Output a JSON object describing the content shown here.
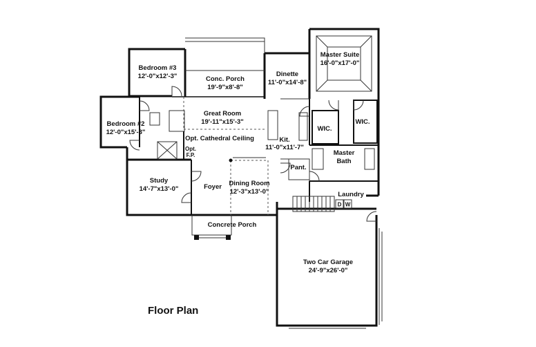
{
  "title": "Floor Plan",
  "rooms": {
    "master_suite": {
      "name": "Master Suite",
      "dim": "16'-0\"x17'-0\""
    },
    "dinette": {
      "name": "Dinette",
      "dim": "11'-0\"x14'-8\""
    },
    "bedroom3": {
      "name": "Bedroom #3",
      "dim": "12'-0\"x12'-3\""
    },
    "conc_porch": {
      "name": "Conc. Porch",
      "dim": "19'-9\"x8'-8\""
    },
    "great_room": {
      "name": "Great Room",
      "dim": "19'-11\"x15'-3\""
    },
    "opt_ceiling": {
      "name": "Opt. Cathedral Ceiling"
    },
    "bedroom2": {
      "name": "Bedroom #2",
      "dim": "12'-0\"x15'-3\""
    },
    "kitchen": {
      "name": "Kit.",
      "dim": "11'-0\"x11'-7\""
    },
    "wic1": {
      "name": "WIC."
    },
    "wic2": {
      "name": "WIC."
    },
    "master_bath": {
      "name": "Master",
      "name2": "Bath"
    },
    "pantry": {
      "name": "Pant."
    },
    "opt_fp": {
      "name": "Opt.",
      "name2": "F.P."
    },
    "study": {
      "name": "Study",
      "dim": "14'-7\"x13'-0\""
    },
    "foyer": {
      "name": "Foyer"
    },
    "dining": {
      "name": "Dining Room",
      "dim": "12'-3\"x13'-0\""
    },
    "laundry": {
      "name": "Laundry"
    },
    "dryer": {
      "name": "D"
    },
    "washer": {
      "name": "W"
    },
    "concrete_porch": {
      "name": "Concrete Porch"
    },
    "garage": {
      "name": "Two Car Garage",
      "dim": "24'-9\"x26'-0\""
    }
  }
}
